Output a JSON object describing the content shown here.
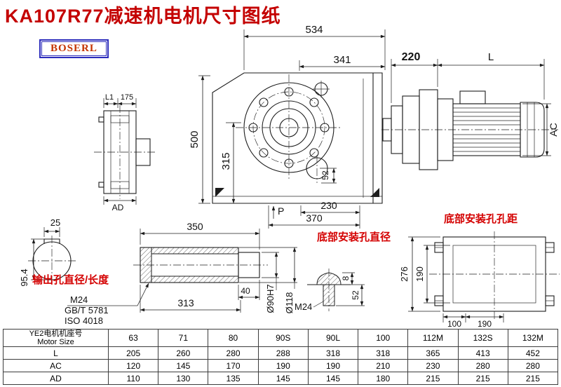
{
  "colors": {
    "title_red": "#c40000",
    "accent_red": "#d40000",
    "brand_blue": "#2b2bbb"
  },
  "title": "KA107R77减速机电机尺寸图纸",
  "brand": "BOSERL",
  "notes": {
    "output_hole_label": "输出孔直径/长度",
    "bottom_hole_dia_label": "底部安装孔直径",
    "bottom_hole_pitch_label": "底部安装孔孔距",
    "shaft_thread": "M24",
    "std_gb": "GB/T 5781",
    "std_iso": "ISO 4018",
    "bolt_thread": "M24",
    "p_arrow": "P"
  },
  "dims": {
    "overall_width": "534",
    "upper_width": "341",
    "overall_height": "500",
    "axis_height": "315",
    "drain_offset": "52",
    "foot_pitch": "230",
    "foot_width": "370",
    "adapter_length": "220",
    "motor_length": "L",
    "motor_diameter": "AC",
    "flange_l1": "L1",
    "flange_depth": "175",
    "flange_ad": "AD",
    "key_width": "25",
    "bore_key_height": "95.4",
    "shaft_length": "350",
    "shaft_step": "40",
    "shaft_inner_length": "313",
    "bore_diameter": "Ø90H7",
    "hub_diameter": "Ø118",
    "bolt_head_height": "8",
    "bolt_length": "52",
    "plate_length": "276",
    "plate_hole_pitch_v": "190",
    "plate_hole_pitch_a": "100",
    "plate_hole_pitch_b": "190"
  },
  "table": {
    "header_cn": "YE2电机机座号",
    "header_en": "Motor Size",
    "sizes": [
      "63",
      "71",
      "80",
      "90S",
      "90L",
      "100",
      "112M",
      "132S",
      "132M"
    ],
    "rows": [
      {
        "label": "L",
        "values": [
          "205",
          "260",
          "280",
          "288",
          "318",
          "318",
          "365",
          "413",
          "452"
        ]
      },
      {
        "label": "AC",
        "values": [
          "120",
          "145",
          "170",
          "190",
          "190",
          "210",
          "230",
          "280",
          "280"
        ]
      },
      {
        "label": "AD",
        "values": [
          "110",
          "130",
          "135",
          "145",
          "145",
          "180",
          "215",
          "215",
          "215"
        ]
      }
    ]
  }
}
